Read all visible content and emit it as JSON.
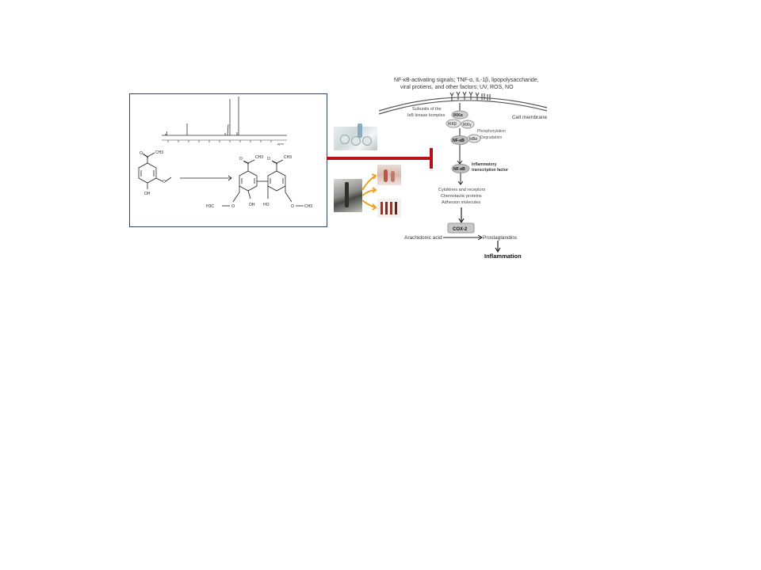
{
  "chemistry": {
    "reactant_substituents": {
      "acetyl": "CH3",
      "hydroxyl": "OH",
      "methoxy": "O"
    },
    "product_substituents": {
      "left_acetyl": "CH3",
      "right_acetyl": "CH3",
      "left_methoxy": "H3C",
      "left_oh": "OH",
      "right_oh": "HO",
      "right_methoxy": "CH3"
    },
    "nmr_axis_unit": "ppm"
  },
  "pathway": {
    "activating_signals_line1": "NF-κB-activating signals; TNF-α, IL-1β, lipopolysaccharide,",
    "activating_signals_line2": "viral protiens, and other factors; UV, ROS, NO",
    "cell_membrane": "Cell membrane",
    "subunits_line1": "Subunits of the",
    "subunits_line2": "IκB kinase komplex",
    "ikka": "IKKα",
    "ikkb": "IKKβ",
    "ikkg": "IKKγ",
    "phosphorylation": "Phosphorylation",
    "degradation": "Degradation",
    "nfkb": "NF-κB",
    "ikba": "IκBα",
    "nfkb2": "NF-κB",
    "inflam_tf_line1": "Inflammatory",
    "inflam_tf_line2": "transcription factor",
    "products_line1": "Cytokines and receptors",
    "products_line2": "Chemotactic proteins",
    "products_line3": "Adhesion molecules",
    "cox2": "COX-2",
    "arachidonic": "Arachidonic acid",
    "prostaglandins": "Prostaglandins",
    "inflammation": "Inflammation"
  },
  "colors": {
    "inhibition_bar": "#b5121b",
    "orange_arrows": "#f0a020",
    "frame_border": "#33435a",
    "node_fill": "#d0d0d0"
  }
}
